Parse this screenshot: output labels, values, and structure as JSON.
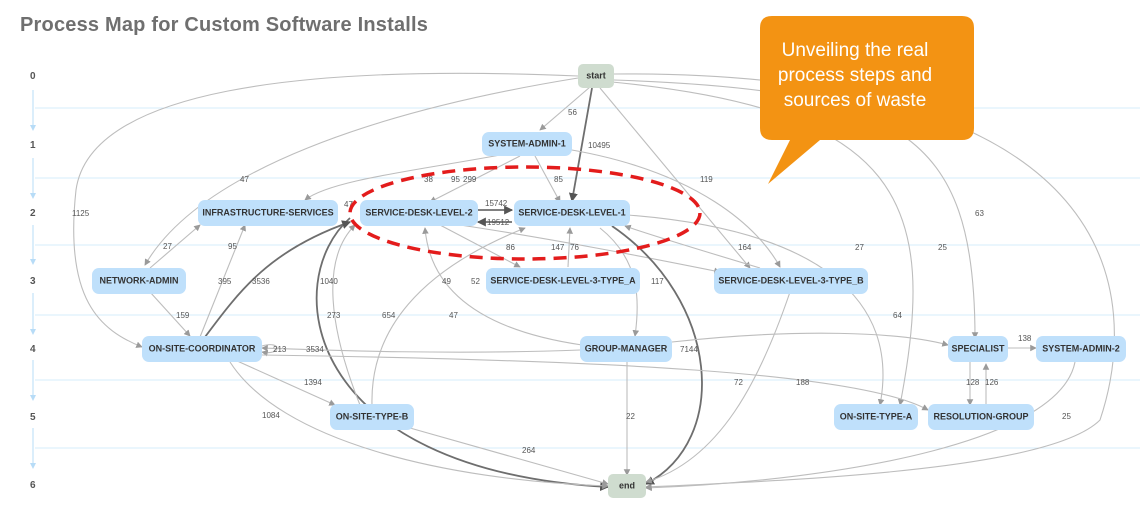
{
  "title": "Process Map for Custom Software Installs",
  "callout": "Unveiling the real process steps and sources of waste",
  "levels": [
    "0",
    "1",
    "2",
    "3",
    "4",
    "5",
    "6"
  ],
  "nodes": [
    {
      "id": "start",
      "label": "start",
      "term": true
    },
    {
      "id": "sa1",
      "label": "SYSTEM-ADMIN-1"
    },
    {
      "id": "infra",
      "label": "INFRASTRUCTURE-SERVICES"
    },
    {
      "id": "sdl2",
      "label": "SERVICE-DESK-LEVEL-2"
    },
    {
      "id": "sdl1",
      "label": "SERVICE-DESK-LEVEL-1"
    },
    {
      "id": "na",
      "label": "NETWORK-ADMIN"
    },
    {
      "id": "sdl3a",
      "label": "SERVICE-DESK-LEVEL-3-TYPE_A"
    },
    {
      "id": "sdl3b",
      "label": "SERVICE-DESK-LEVEL-3-TYPE_B"
    },
    {
      "id": "osc",
      "label": "ON-SITE-COORDINATOR"
    },
    {
      "id": "gm",
      "label": "GROUP-MANAGER"
    },
    {
      "id": "spec",
      "label": "SPECIALIST"
    },
    {
      "id": "sa2",
      "label": "SYSTEM-ADMIN-2"
    },
    {
      "id": "ostb",
      "label": "ON-SITE-TYPE-B"
    },
    {
      "id": "osta",
      "label": "ON-SITE-TYPE-A"
    },
    {
      "id": "rg",
      "label": "RESOLUTION-GROUP"
    },
    {
      "id": "end",
      "label": "end",
      "term": true
    }
  ],
  "edge_labels": [
    "56",
    "10495",
    "47",
    "38",
    "95",
    "299",
    "85",
    "119",
    "63",
    "1125",
    "47",
    "15742",
    "19512",
    "27",
    "95",
    "86",
    "147",
    "76",
    "164",
    "27",
    "25",
    "395",
    "3536",
    "1040",
    "49",
    "52",
    "117",
    "159",
    "273",
    "654",
    "47",
    "64",
    "138",
    "213",
    "3534",
    "7144",
    "128",
    "126",
    "1394",
    "188",
    "72",
    "1084",
    "22",
    "25",
    "264"
  ]
}
